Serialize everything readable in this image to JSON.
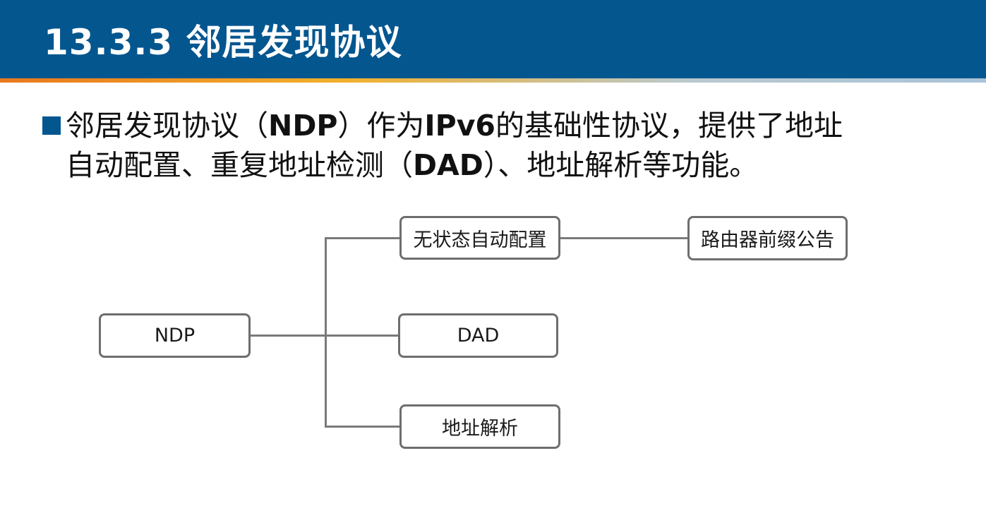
{
  "header": {
    "title": "13.3.3 邻居发现协议"
  },
  "bullet": {
    "line1_a": "邻居发现协议（",
    "line1_b": "NDP",
    "line1_c": "）作为",
    "line1_d": "IPv6",
    "line1_e": "的基础性协议，提供了地址",
    "line2_a": "自动配置、重复地址检测（",
    "line2_b": "DAD",
    "line2_c": "）、地址解析等功能。"
  },
  "diagram": {
    "root": "NDP",
    "children": [
      "无状态自动配置",
      "DAD",
      "地址解析"
    ],
    "grandchild": "路由器前缀公告"
  },
  "colors": {
    "header_bg": "#04568f",
    "bullet": "#04568f",
    "node_border": "#6e6e6e",
    "connector": "#7a7a7a"
  }
}
